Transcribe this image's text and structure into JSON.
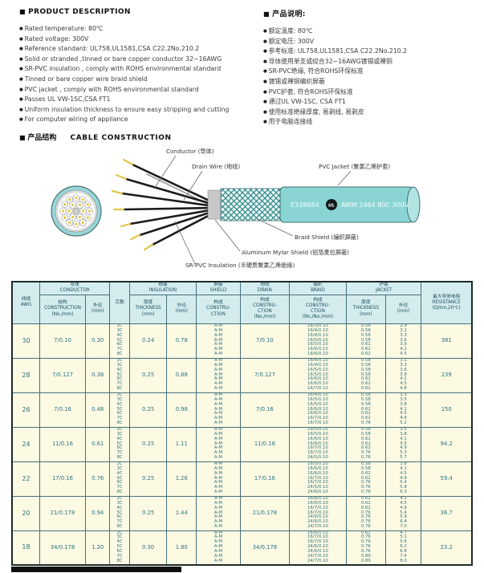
{
  "colors": {
    "jacket_teal": "#8ad5d3",
    "table_header_bg": "#d5ecef",
    "table_row_bg": "#fdfae3",
    "table_text": "#2b7380",
    "conductor_yellow": "#e2cb50"
  },
  "desc_en": {
    "title": "PRODUCT  DESCRIPTION",
    "items": [
      "Rated temperature: 80℃",
      "Rated voltage: 300V",
      "Reference standard: UL758,UL1581,CSA C22.2No.210.2",
      "Solid or stranded ,tinned or bare copper conductor 32~16AWG",
      "SR-PVC insulation , comply with ROHS environmental standard",
      "Tinned or bare copper wire braid shield",
      "PVC jacket , comply with ROHS environmental standard",
      "Passes UL VW-1SC,CSA FT1",
      "Uniform insulation thickness to ensure easy stripping and cutting",
      "For computer wiring of appliance"
    ]
  },
  "desc_cn": {
    "title": "产品说明:",
    "items": [
      "额定温度: 80℃",
      "额定电压: 300V",
      "参考标准: UL758,UL1581,CSA C22.2No.210.2",
      "导体使用单支或绞合32~16AWG镀锡或裸铜",
      "SR-PVC绝缘, 符合ROHS环保标准",
      "镀锡或裸铜编织屏蔽",
      "PVC护套, 符合ROHS环保标准",
      "通过UL VW-1SC, CSA FT1",
      "使用标准绝缘厚度, 易剥线, 易剥皮",
      "用于电脑连接线"
    ]
  },
  "construction": {
    "title_cn": "产品结构",
    "title_en": "CABLE CONSTRUCTION",
    "marking": {
      "e_number": "E338684",
      "ul": "UL",
      "spec": "AWM 2464  80C 300V"
    },
    "labels": {
      "conductor": "Conductor (导体)",
      "drain_wire": "Drain Wire (地线)",
      "pvc_jacket": "PVC Jacket (聚氯乙烯护套)",
      "braid_shield": "Braid Shield (编织屏蔽)",
      "mylar_shield": "Aluminum Mylar Shield (铝箔麦拉屏蔽)",
      "sr_pvc": "SR-PVC Insulation (半硬质聚氯乙烯绝缘)"
    }
  },
  "table": {
    "groups": {
      "conductor": "导体\nCONDUCTOR",
      "insulation": "绝缘\nINSULATION",
      "shield": "屏蔽\nSHIELD",
      "drain": "地线\nDRAIN",
      "braid": "编织\nBRAID",
      "jacket": "护套\nJACKET"
    },
    "headers": {
      "awg": "线规\nAWG",
      "cores": "芯数",
      "conductor_construction": "结构\nCONSTRUCTION\n(No./mm)",
      "conductor_od": "外径\n(mm)",
      "ins_thickness": "厚度\nTHICKNESS\n(mm)",
      "ins_od": "外径\n(mm)",
      "shield_construction": "构成\nCONSTRU-\nCTION",
      "drain_construction": "构成\nCONSTRU-\nCTION\n(No./mm)",
      "braid_construction": "构成\nCONSTRU-\nCTION\n(No./No./mm)",
      "jacket_thickness": "厚度\nTHICKNESS\n(mm)",
      "jacket_od": "外径\n(mm)",
      "resistance": "最大导体电阻\nRESISTANCE\n(Ω/km,20℃)"
    },
    "rows": [
      {
        "awg": "30",
        "conductor_construction": "7/0.10",
        "conductor_od": "0.30",
        "cores": "2C\n3C\n4C\n5C\n6C\n7C\n8C",
        "ins_thickness": "0.24",
        "ins_od": "0.78",
        "shield": "A-M\nA-M\nA-M\nA-M\nA-M\nA-M\nA-M",
        "drain": "7/0.10",
        "braid": "16/3/0.10\n16/4/0.10\n16/4/0.10\n16/5/0.10\n16/5/0.10\n16/6/0.10\n16/6/0.10",
        "jacket_thickness": "0.58\n0.58\n0.58\n0.58\n0.62\n0.62\n0.62",
        "jacket_od": "2.9\n3.1\n3.3\n3.6\n3.9\n4.2\n4.5",
        "resistance": "381"
      },
      {
        "awg": "28",
        "conductor_construction": "7/0.127",
        "conductor_od": "0.38",
        "cores": "2C\n3C\n4C\n5C\n6C\n7C\n8C",
        "ins_thickness": "0.25",
        "ins_od": "0.88",
        "shield": "A-M\nA-M\nA-M\nA-M\nA-M\nA-M\nA-M",
        "drain": "7/0.127",
        "braid": "16/4/0.10\n16/4/0.10\n16/5/0.10\n16/5/0.10\n16/6/0.10\n16/6/0.10\n16/7/0.10",
        "jacket_thickness": "0.58\n0.58\n0.58\n0.58\n0.62\n0.62\n0.62",
        "jacket_od": "3.1\n3.3\n3.6\n3.9\n4.2\n4.5\n4.8",
        "resistance": "239"
      },
      {
        "awg": "26",
        "conductor_construction": "7/0.16",
        "conductor_od": "0.48",
        "cores": "2C\n3C\n4C\n5C\n6C\n7C\n8C",
        "ins_thickness": "0.25",
        "ins_od": "0.98",
        "shield": "A-M\nA-M\nA-M\nA-M\nA-M\nA-M\nA-M",
        "drain": "7/0.16",
        "braid": "16/4/0.10\n16/5/0.10\n16/5/0.10\n16/6/0.10\n16/6/0.10\n16/7/0.10\n16/7/0.10",
        "jacket_thickness": "0.58\n0.58\n0.58\n0.62\n0.62\n0.62\n0.76",
        "jacket_od": "3.3\n3.5\n3.8\n4.1\n4.5\n4.8\n5.2",
        "resistance": "150"
      },
      {
        "awg": "24",
        "conductor_construction": "11/0.16",
        "conductor_od": "0.61",
        "cores": "2C\n3C\n4C\n5C\n6C\n7C\n8C",
        "ins_thickness": "0.25",
        "ins_od": "1.11",
        "shield": "A-M\nA-M\nA-M\nA-M\nA-M\nA-M\nA-M",
        "drain": "11/0.16",
        "braid": "16/5/0.10\n16/5/0.10\n16/6/0.10\n16/6/0.10\n16/7/0.10\n16/7/0.10\n24/5/0.10",
        "jacket_thickness": "0.58\n0.58\n0.62\n0.62\n0.62\n0.76\n0.76",
        "jacket_od": "3.5\n3.8\n4.1\n4.5\n4.9\n5.3\n5.7",
        "resistance": "94.2"
      },
      {
        "awg": "22",
        "conductor_construction": "17/0.16",
        "conductor_od": "0.76",
        "cores": "2C\n3C\n4C\n5C\n6C\n7C\n8C",
        "ins_thickness": "0.25",
        "ins_od": "1.26",
        "shield": "A-M\nA-M\nA-M\nA-M\nA-M\nA-M\nA-M",
        "drain": "17/0.16",
        "braid": "16/5/0.10\n16/6/0.10\n16/6/0.10\n16/7/0.10\n16/7/0.10\n24/5/0.10\n24/6/0.10",
        "jacket_thickness": "0.58\n0.58\n0.62\n0.62\n0.76\n0.76\n0.76",
        "jacket_od": "3.8\n4.1\n4.5\n4.9\n5.4\n5.8\n6.3",
        "resistance": "59.4"
      },
      {
        "awg": "20",
        "conductor_construction": "21/0.178",
        "conductor_od": "0.94",
        "cores": "2C\n3C\n4C\n5C\n6C\n7C\n8C",
        "ins_thickness": "0.25",
        "ins_od": "1.44",
        "shield": "A-M\nA-M\nA-M\nA-M\nA-M\nA-M\nA-M",
        "drain": "21/0.178",
        "braid": "16/6/0.10\n16/6/0.10\n16/7/0.10\n16/7/0.10\n24/6/0.10\n24/6/0.10\n24/7/0.10",
        "jacket_thickness": "0.62\n0.62\n0.62\n0.76\n0.76\n0.76\n0.76",
        "jacket_od": "4.1\n4.5\n4.9\n5.4\n5.9\n6.4\n7.0",
        "resistance": "36.7"
      },
      {
        "awg": "18",
        "conductor_construction": "34/0.178",
        "conductor_od": "1.20",
        "cores": "2C\n3C\n4C\n5C\n6C\n7C\n8C",
        "ins_thickness": "0.30",
        "ins_od": "1.80",
        "shield": "A-M\nA-M\nA-M\nA-M\nA-M\nA-M\nA-M",
        "drain": "34/0.178",
        "braid": "16/6/0.10\n16/7/0.10\n16/7/0.10\n24/6/0.10\n24/6/0.10\n24/7/0.10\n24/7/0.10",
        "jacket_thickness": "0.62\n0.76\n0.76\n0.76\n0.76\n0.89\n0.89",
        "jacket_od": "4.7\n5.1\n5.6\n6.2\n6.8\n7.4\n8.0",
        "resistance": "23.2"
      }
    ]
  }
}
